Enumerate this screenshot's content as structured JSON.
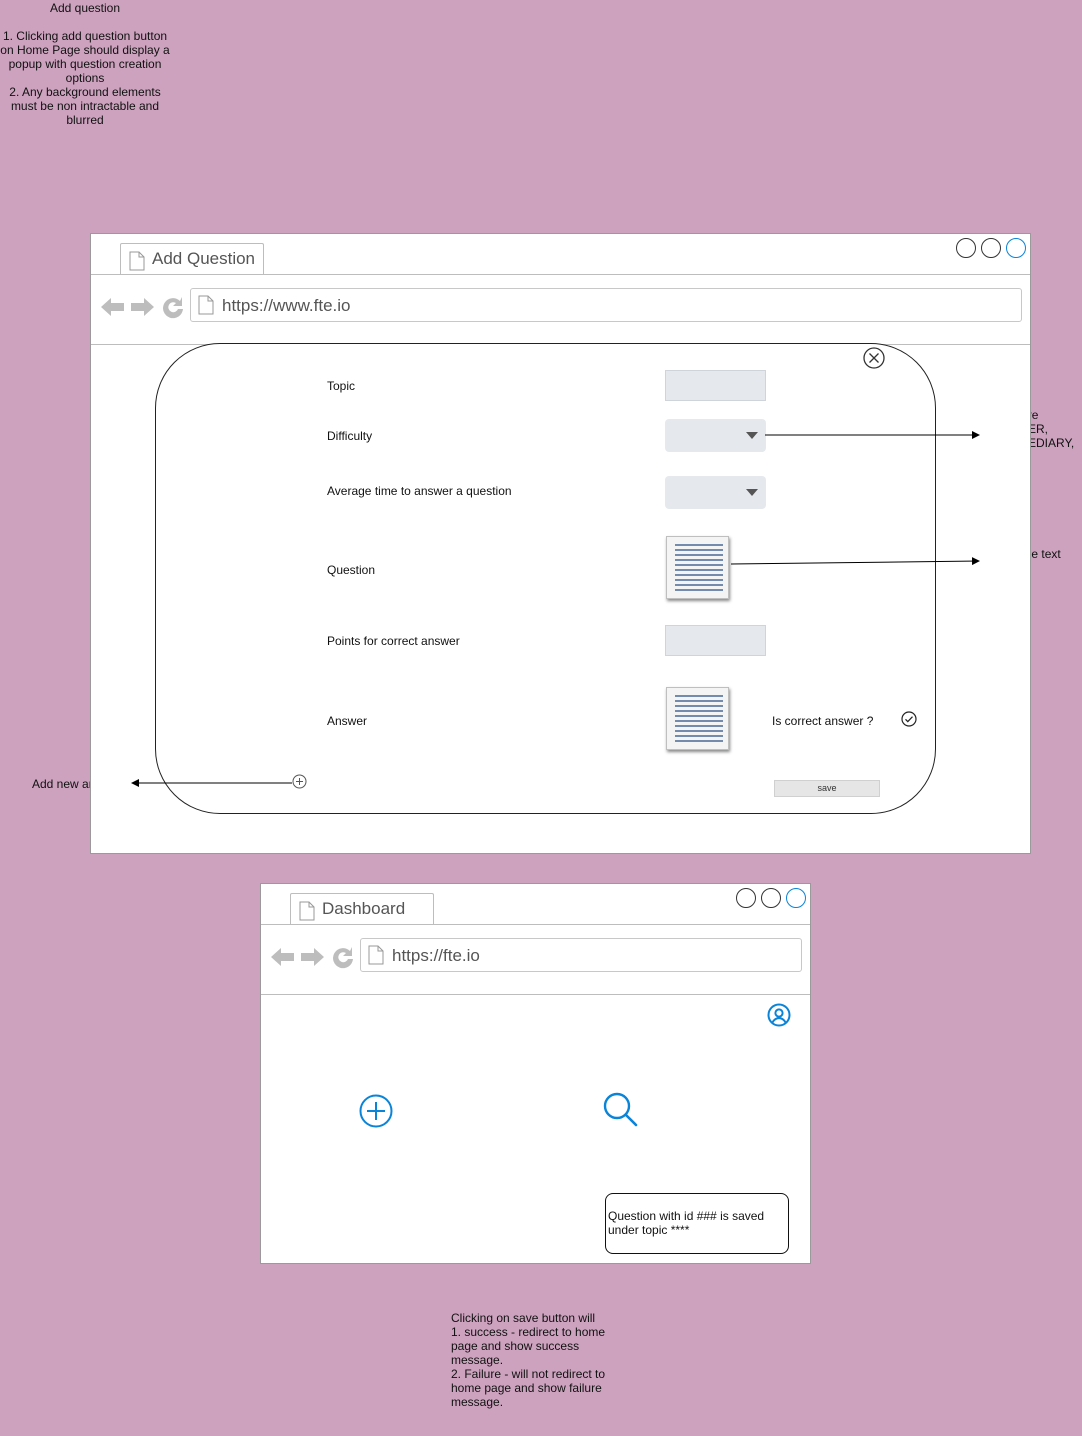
{
  "notes": {
    "top": "Add question\n\n1. Clicking add question button on Home Page should display a popup with question creation options\n2. Any background elements must be non intractable and blurred",
    "difficulty_values": "Values are\n BEGINNER,\nINTERMEDIARY,\nEXPERT",
    "scroll_area": "Scroll able text area",
    "add_new_answer": "Add new answer",
    "save_behavior": "    Clicking on save button will\n1. success - redirect to home page and show success message.\n2. Failure - will not redirect to home page and show failure message."
  },
  "add_question_window": {
    "tab_title": "Add Question",
    "url": "https://www.fte.io",
    "form": {
      "topic_label": "Topic",
      "difficulty_label": "Difficulty",
      "avg_time_label": "Average time to answer a question",
      "question_label": "Question",
      "points_label": "Points for correct answer",
      "answer_label": "Answer",
      "is_correct_label": "Is correct answer ?",
      "save_label": "save"
    }
  },
  "dashboard_window": {
    "tab_title": "Dashboard",
    "url": "https://fte.io",
    "toast": "Question with id ### is saved under topic ****"
  },
  "colors": {
    "background": "#CDA2BE",
    "accent_blue": "#0a84d8"
  },
  "icons": [
    "close-icon",
    "add-circle-icon",
    "search-icon",
    "user-icon",
    "check-circle-icon",
    "document-icon",
    "back-arrow-icon",
    "forward-arrow-icon",
    "reload-icon"
  ]
}
